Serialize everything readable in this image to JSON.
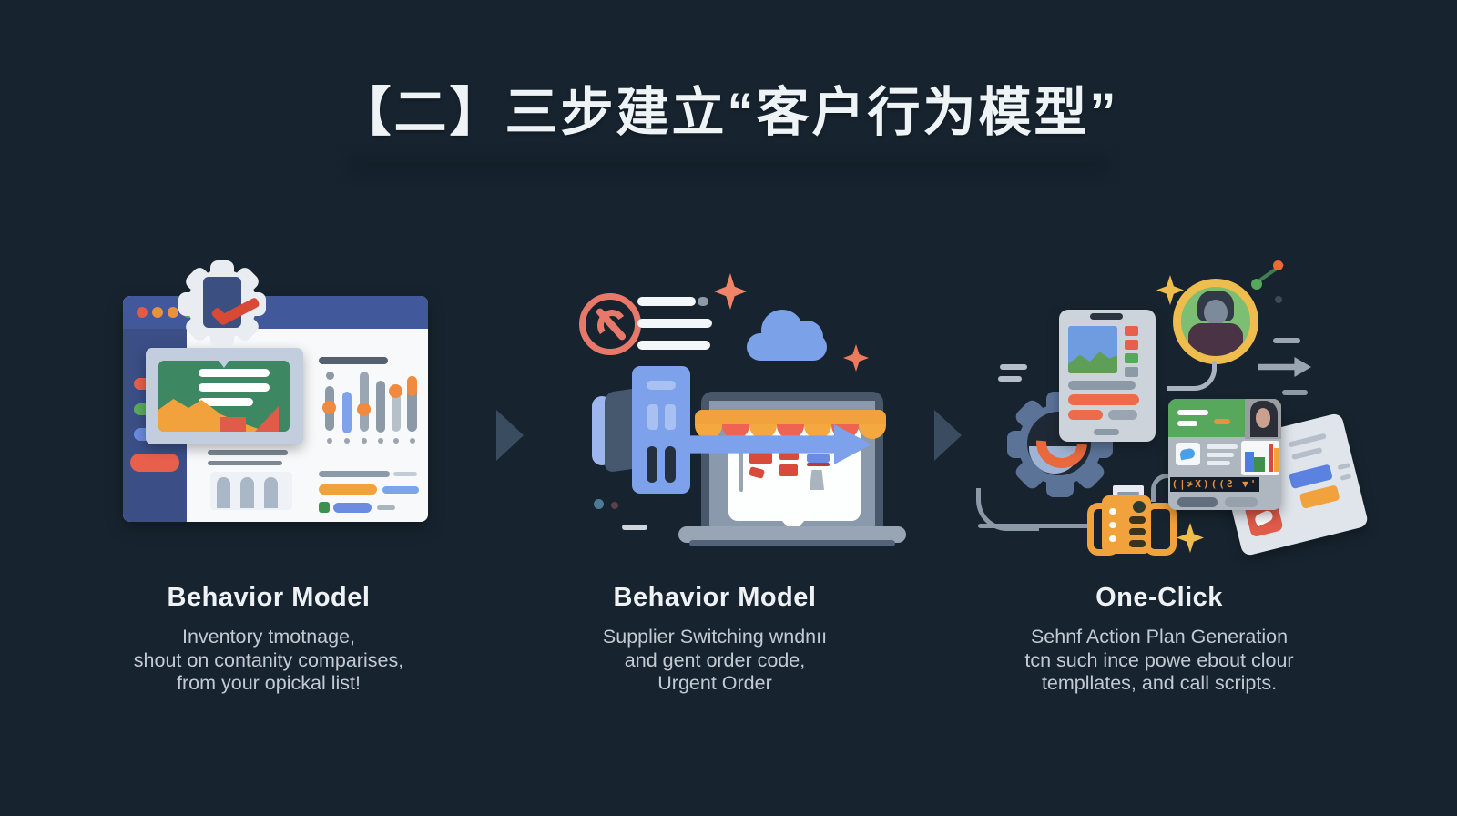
{
  "title": "【二】三步建立“客户行为模型”",
  "panels": [
    {
      "heading": "Behavior Model",
      "lines": [
        "Inventory tmotnage,",
        "shout on contanity comparises,",
        "from your opickal list!"
      ]
    },
    {
      "heading": "Behavior Model",
      "lines": [
        "Supplier Switching wndnıı",
        "and gent order code,",
        "Urgent Order"
      ]
    },
    {
      "heading": "One-Click",
      "lines": [
        "Sehnf Action Plan Generation",
        "tcn such ince powe ebout clour",
        "templlates, and call scripts."
      ]
    }
  ],
  "decor": {
    "glyph_band": "(|≯X)((Ƨ ▼'"
  },
  "colors": {
    "background": "#17242f",
    "accent_orange": "#f2a23c",
    "accent_salmon": "#ee6352",
    "accent_blue": "#7da1ea",
    "accent_green": "#57a85c",
    "accent_yellow": "#eebd4e",
    "header_blue": "#41589b"
  }
}
